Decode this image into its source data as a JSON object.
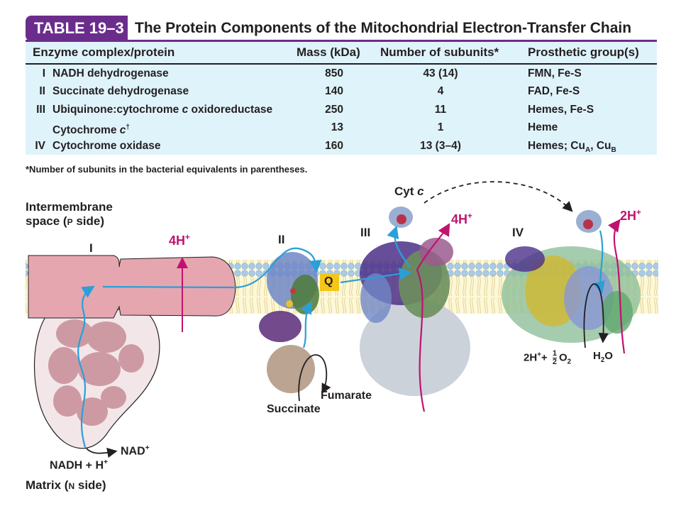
{
  "table": {
    "label": "TABLE 19–3",
    "title": "The Protein Components of the Mitochondrial Electron-Transfer Chain",
    "columns": [
      "Enzyme complex/protein",
      "Mass (kDa)",
      "Number of subunits*",
      "Prosthetic group(s)"
    ],
    "rows": [
      {
        "num": "I",
        "name": "NADH dehydrogenase",
        "mass": "850",
        "subunits": "43 (14)",
        "prosthetic": "FMN, Fe-S"
      },
      {
        "num": "II",
        "name": "Succinate dehydrogenase",
        "mass": "140",
        "subunits": "4",
        "prosthetic": "FAD, Fe-S"
      },
      {
        "num": "III",
        "name_a": "Ubiquinone:cytochrome ",
        "name_i": "c",
        "name_b": " oxidoreductase",
        "mass": "250",
        "subunits": "11",
        "prosthetic": "Hemes, Fe-S"
      },
      {
        "num": "",
        "name_a": "Cytochrome ",
        "name_i": "c",
        "name_sup": "†",
        "mass": "13",
        "subunits": "1",
        "prosthetic": "Heme"
      },
      {
        "num": "IV",
        "name": "Cytochrome oxidase",
        "mass": "160",
        "subunits": "13 (3–4)",
        "prosthetic_a": "Hemes; Cu",
        "prosthetic_sub1": "A",
        "prosthetic_b": ", Cu",
        "prosthetic_sub2": "B"
      }
    ],
    "footnote": "*Number of subunits in the bacterial equivalents in parentheses."
  },
  "diagram": {
    "intermembrane_1": "Intermembrane",
    "intermembrane_2a": "space (",
    "intermembrane_p": "P",
    "intermembrane_2b": " side)",
    "matrix_a": "Matrix (",
    "matrix_n": "N",
    "matrix_b": " side)",
    "complex_I": "I",
    "complex_II": "II",
    "complex_III": "III",
    "complex_IV": "IV",
    "cytc_a": "Cyt ",
    "cytc_i": "c",
    "q": "Q",
    "h4_1": "4H",
    "h4_2": "4H",
    "h2": "2H",
    "plus": "+",
    "nadh": "NADH + H",
    "nad": "NAD",
    "succinate": "Succinate",
    "fumarate": "Fumarate",
    "o2_a": "2H",
    "o2_plus": "+ ",
    "frac_num": "1",
    "frac_den": "2",
    "o2_b": "O",
    "o2_sub": "2",
    "water_a": "H",
    "water_sub": "2",
    "water_b": "O"
  },
  "colors": {
    "badge": "#6b2d8c",
    "table_bg": "#dff3fb",
    "proton": "#c0136f",
    "electron": "#2a9fd8",
    "complex_I": "#e6a6b0",
    "membrane_head": "#a9cbe8",
    "ubiquinone": "#f5c518"
  }
}
